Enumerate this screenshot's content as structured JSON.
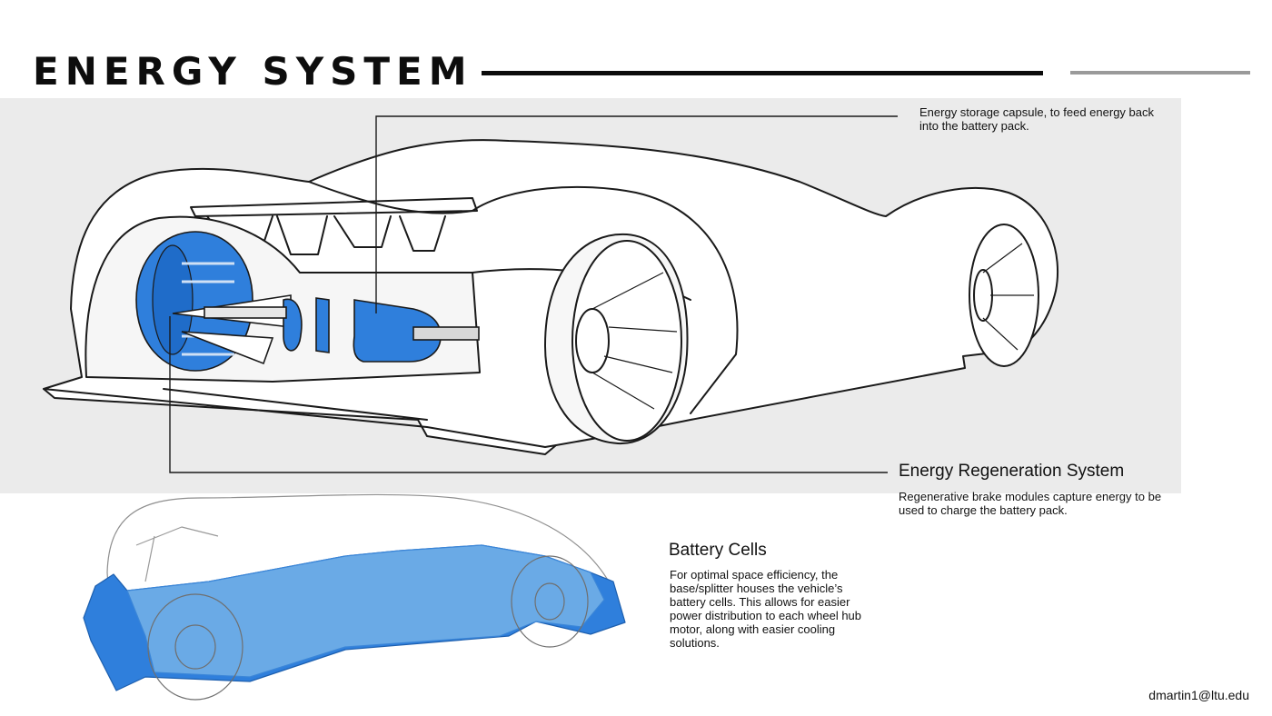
{
  "title": "ENERGY SYSTEM",
  "storage_callout": "Energy storage capsule, to feed energy back into the battery pack.",
  "regen": {
    "heading": "Energy Regeneration System",
    "text": "Regenerative brake modules capture energy to be used to charge the battery pack."
  },
  "battery": {
    "heading": "Battery Cells",
    "text": "For optimal space efficiency, the base/splitter houses the vehicle’s battery cells. This allows for easier power distribution to each wheel hub motor, along with easier cooling solutions."
  },
  "contact": "dmartin1@ltu.edu",
  "colors": {
    "accent_blue": "#2f7fdc",
    "light_blue": "#6aaae6",
    "panel_gray": "#ebebeb",
    "rule_black": "#0b0b0b",
    "rule_gray": "#9a9a9a"
  }
}
